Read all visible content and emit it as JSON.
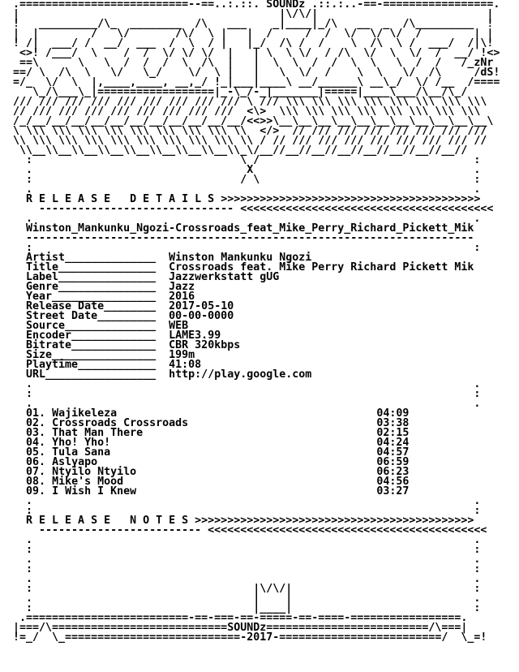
{
  "header": {
    "title": "SOUNDz"
  },
  "release_details": {
    "heading": "R E L E A S E   D E T A I L S",
    "release_name": "Winston_Mankunku_Ngozi-Crossroads_feat_Mike_Perry_Richard_Pickett_Mik",
    "fields": [
      {
        "label": "Artist",
        "value": "Winston Mankunku Ngozi"
      },
      {
        "label": "Title",
        "value": "Crossroads feat. Mike Perry Richard Pickett Mik"
      },
      {
        "label": "Label",
        "value": "Jazzwerkstatt gUG"
      },
      {
        "label": "Genre",
        "value": "Jazz"
      },
      {
        "label": "Year",
        "value": "2016"
      },
      {
        "label": "Release Date",
        "value": "2017-05-10"
      },
      {
        "label": "Street Date",
        "value": "00-00-0000"
      },
      {
        "label": "Source",
        "value": "WEB"
      },
      {
        "label": "Encoder",
        "value": "LAME3.99"
      },
      {
        "label": "Bitrate",
        "value": "CBR 320kbps"
      },
      {
        "label": "Size",
        "value": "199m"
      },
      {
        "label": "Playtime",
        "value": "41:08"
      },
      {
        "label": "URL",
        "value": "http://play.google.com"
      }
    ]
  },
  "tracklist": [
    {
      "num": "01.",
      "title": "Wajikeleza",
      "time": "04:09"
    },
    {
      "num": "02.",
      "title": "Crossroads Crossroads",
      "time": "03:38"
    },
    {
      "num": "03.",
      "title": "That Man There",
      "time": "02:15"
    },
    {
      "num": "04.",
      "title": "Yho! Yho!",
      "time": "04:24"
    },
    {
      "num": "05.",
      "title": "Tula Sana",
      "time": "04:57"
    },
    {
      "num": "06.",
      "title": "Aslyapo",
      "time": "06:59"
    },
    {
      "num": "07.",
      "title": "Ntyilo Ntyilo",
      "time": "06:23"
    },
    {
      "num": "08.",
      "title": "Mike's Mood",
      "time": "04:56"
    },
    {
      "num": "09.",
      "title": "I Wish I Knew",
      "time": "03:27"
    }
  ],
  "release_notes": {
    "heading": "R E L E A S E   N O T E S"
  },
  "footer": {
    "brand": "SOUNDz",
    "year": "2017"
  }
}
